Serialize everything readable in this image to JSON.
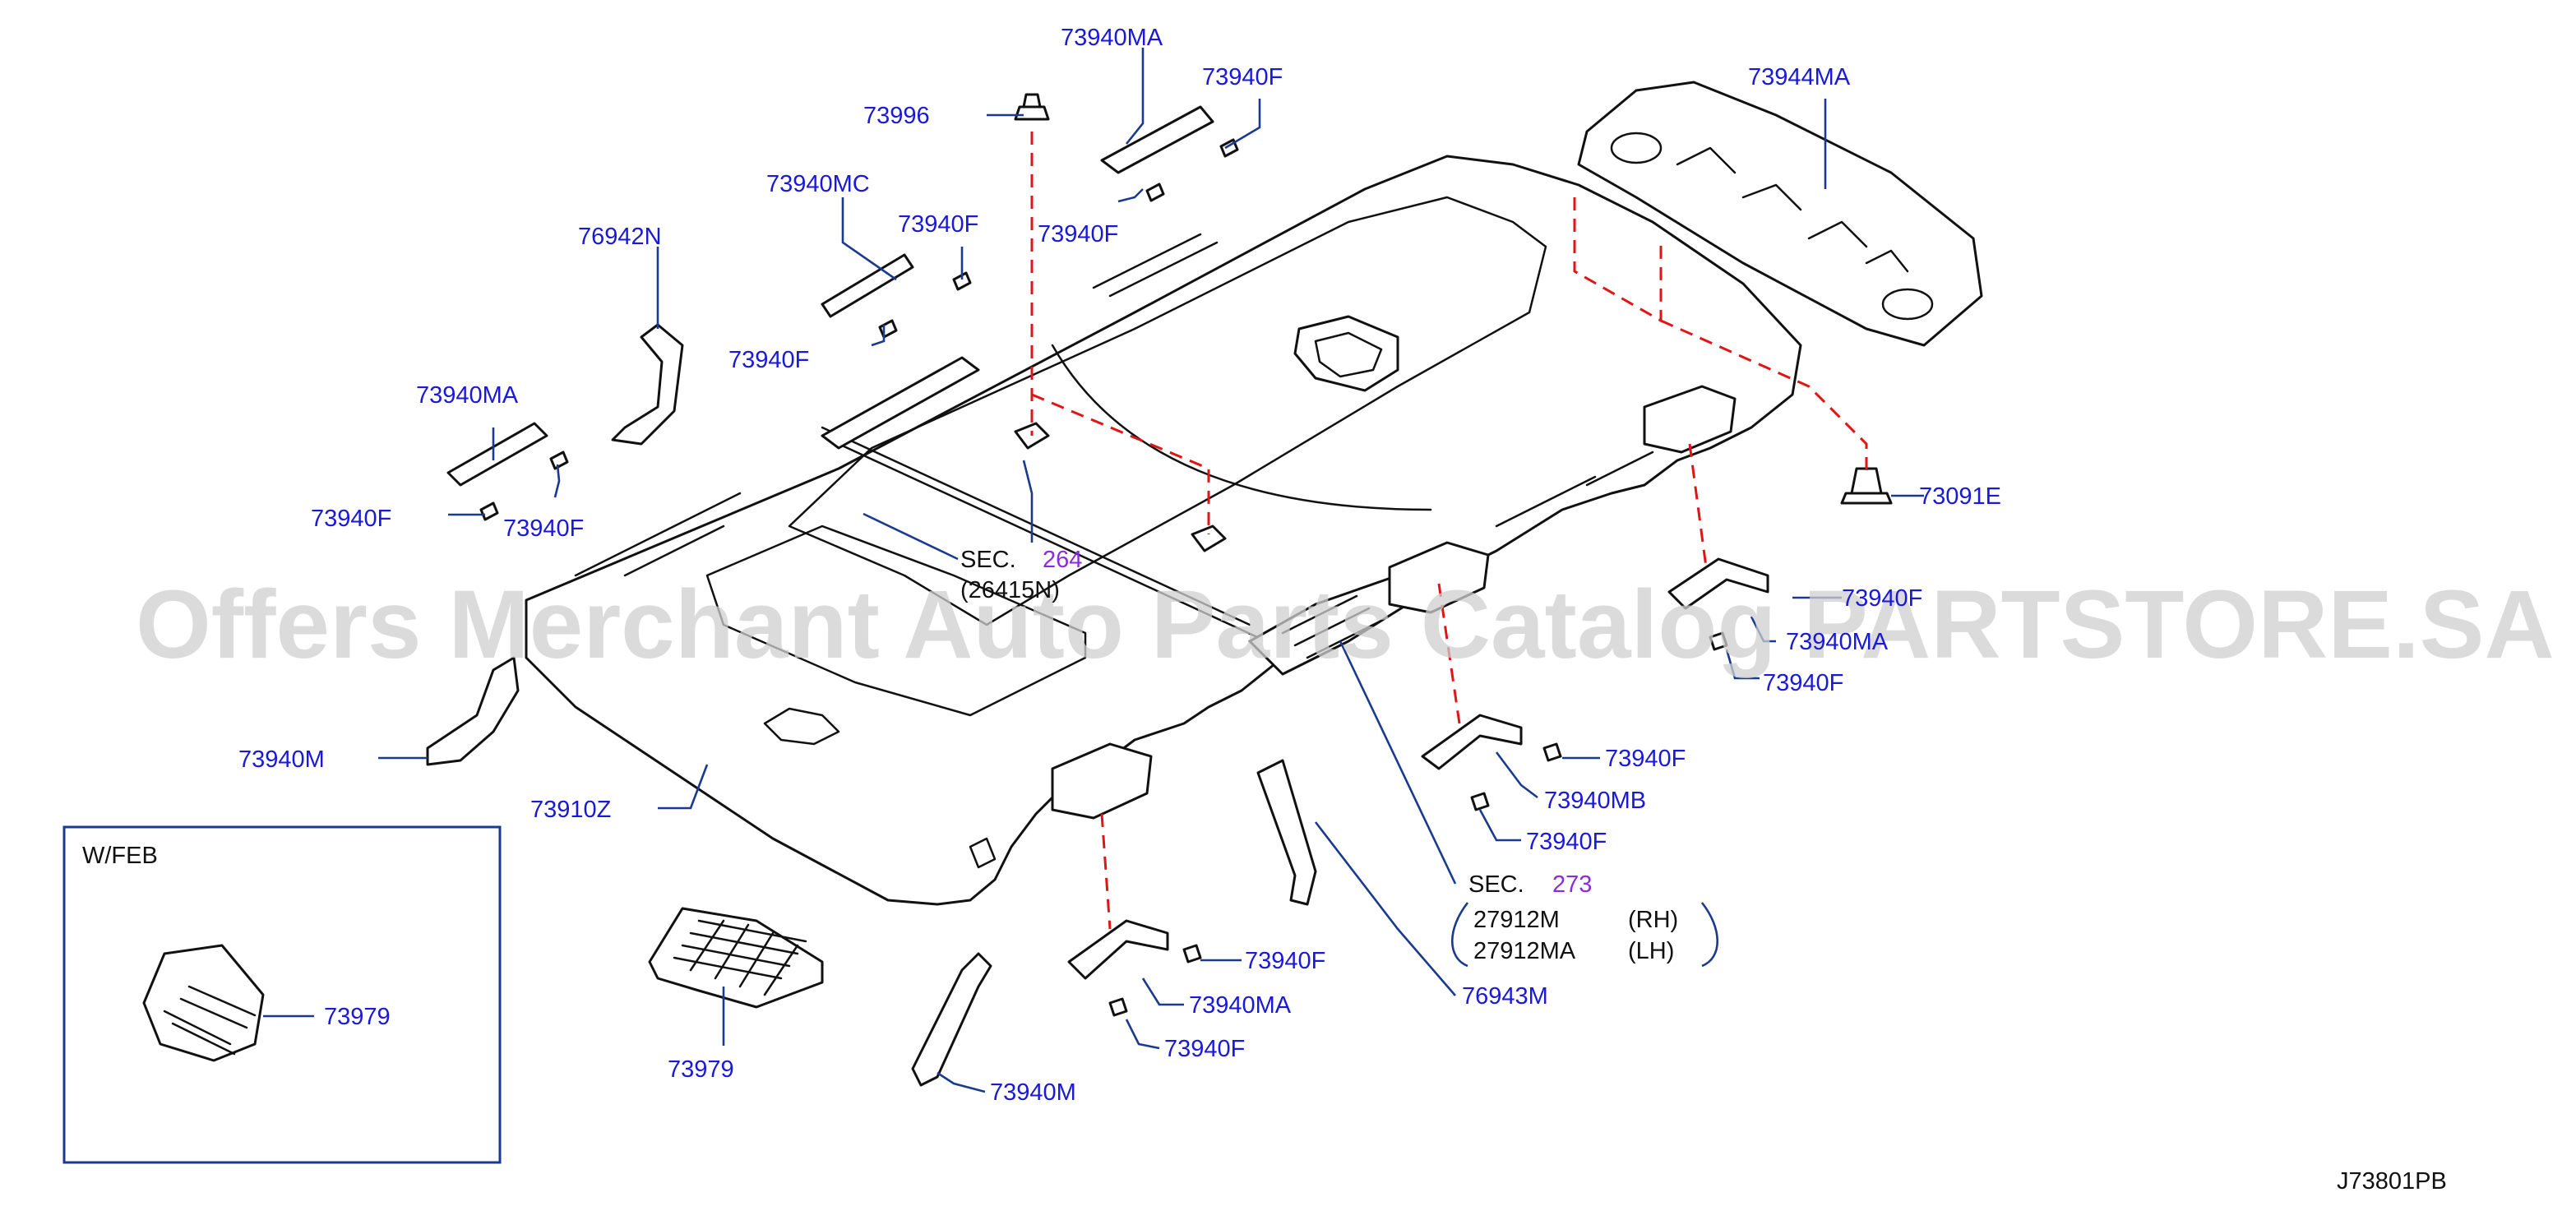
{
  "labels": {
    "p73940MA_top": "73940MA",
    "p73940F_top_right": "73940F",
    "p73996": "73996",
    "p73940F_center": "73940F",
    "p73940MC": "73940MC",
    "p73940F_upper_left": "73940F",
    "p76942N": "76942N",
    "p73940F_left_a": "73940F",
    "p73940MA_left": "73940MA",
    "p73940F_left_b": "73940F",
    "p73940F_left_c": "73940F",
    "p73944MA": "73944MA",
    "p73091E": "73091E",
    "p73940F_right_a": "73940F",
    "p73940MA_right": "73940MA",
    "p73940F_right_b": "73940F",
    "p73940M_left": "73940M",
    "p73910Z": "73910Z",
    "p73940F_mid_a": "73940F",
    "p73940MB": "73940MB",
    "p73940F_mid_b": "73940F",
    "p73940F_low_a": "73940F",
    "p73940MA_low": "73940MA",
    "p73940F_low_b": "73940F",
    "p73940M_low": "73940M",
    "p76943M": "76943M",
    "p73979_main": "73979",
    "p73979_inset": "73979"
  },
  "sec264": {
    "prefix": "SEC.",
    "number": "264",
    "sub": "(26415N)"
  },
  "sec273": {
    "prefix": "SEC.",
    "number": "273",
    "rows": [
      {
        "part": "27912M",
        "side": "(RH)"
      },
      {
        "part": "27912MA",
        "side": "(LH)"
      }
    ]
  },
  "inset": {
    "title": "W/FEB"
  },
  "watermark": "Offers Merchant Auto Parts Catalog PARTSTORE.SA",
  "diagram_code": "J73801PB",
  "colors": {
    "label": "#1a1ad6",
    "section_number": "#8b2be0",
    "leader": "#1a3a8f",
    "dashed_guide": "#e01515",
    "watermark": "#cfcfcf"
  }
}
